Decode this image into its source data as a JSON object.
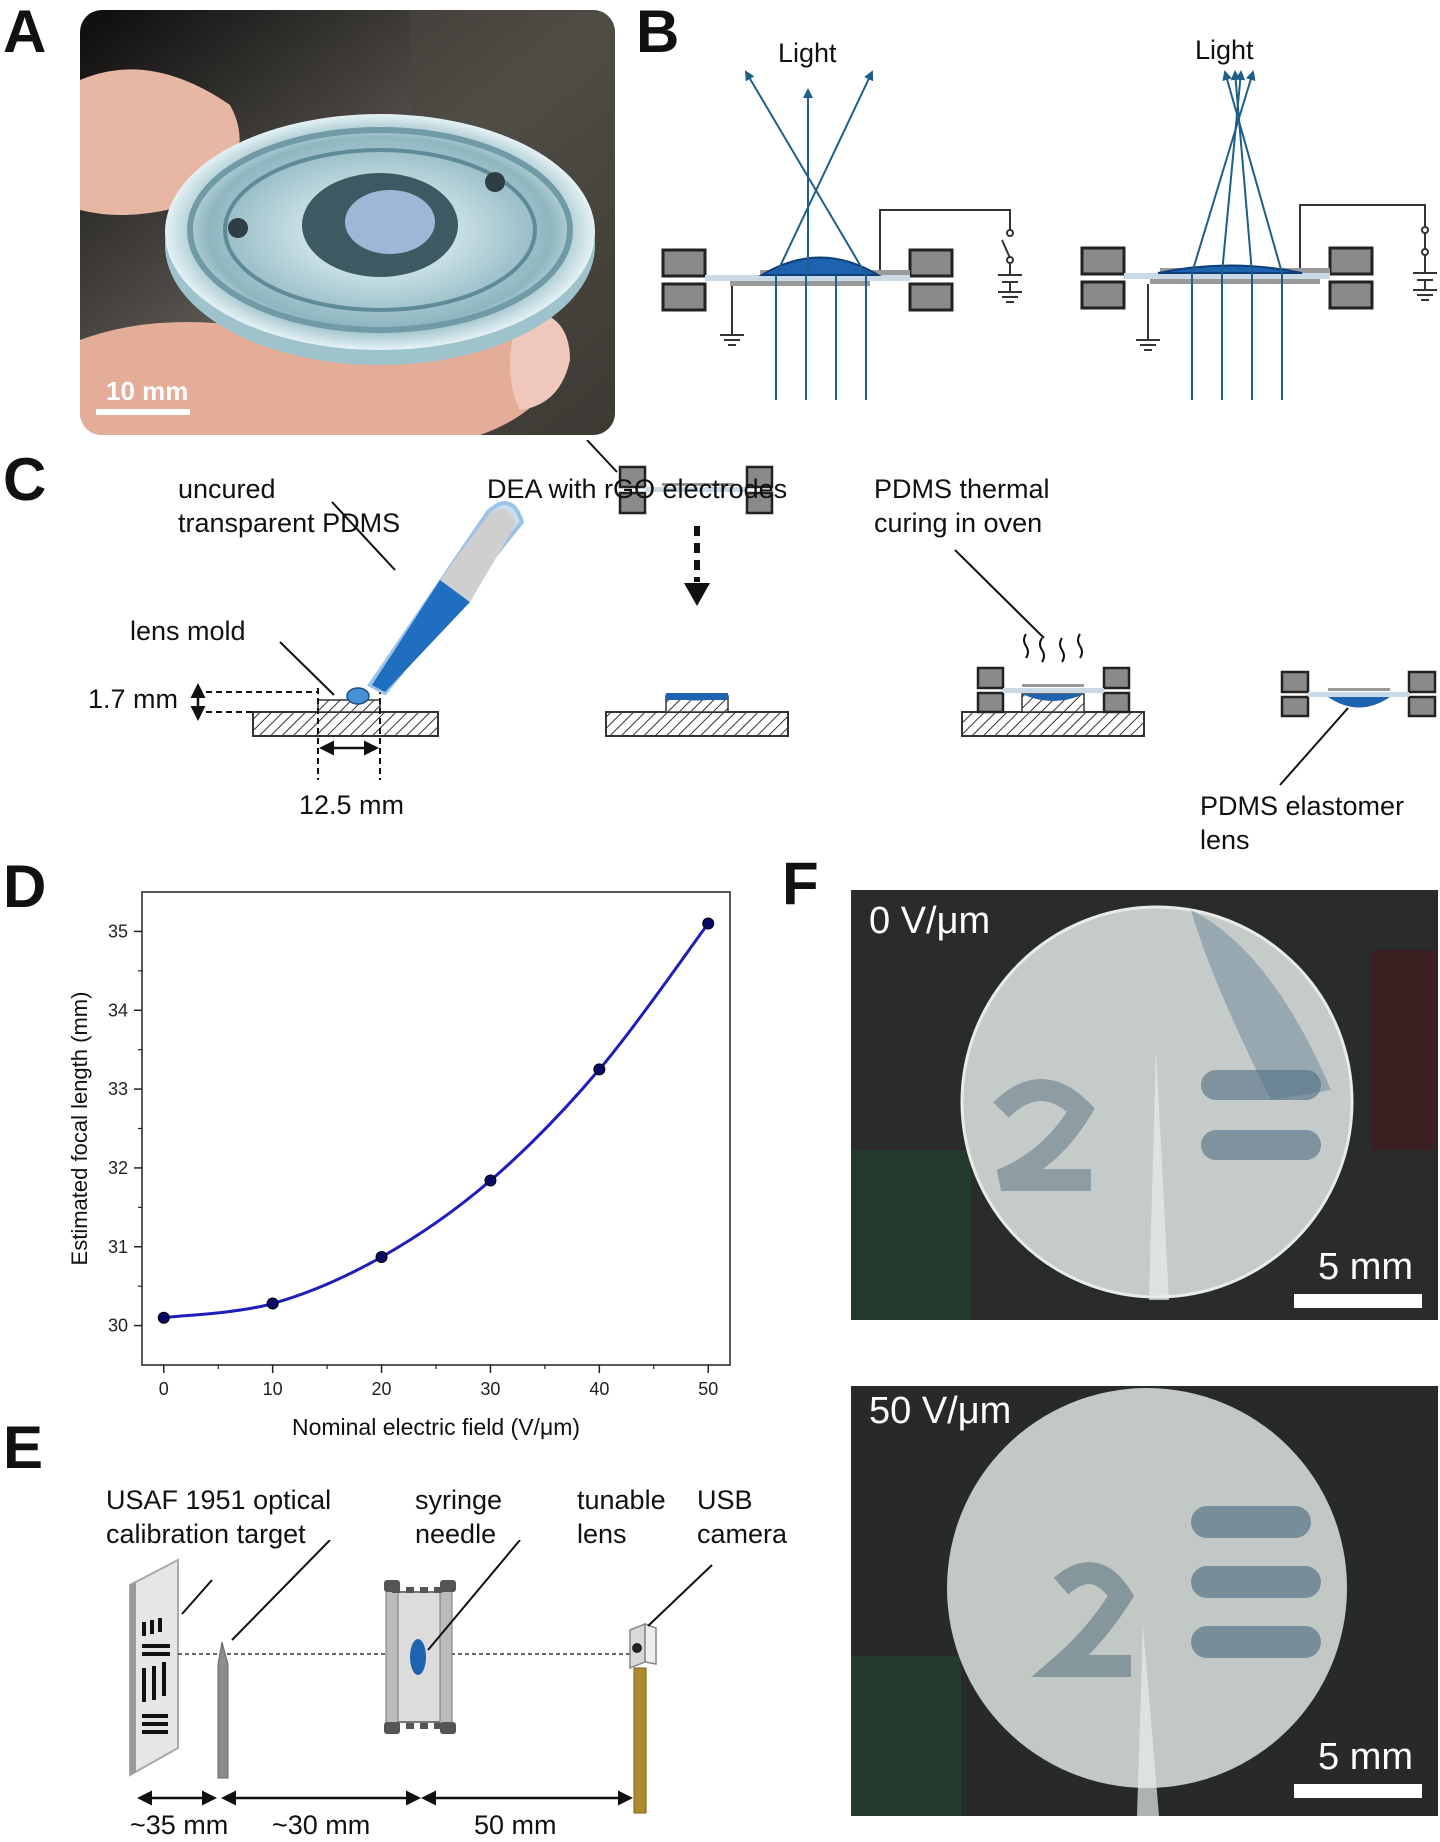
{
  "panels": {
    "a": {
      "letter": "A",
      "scale": "10 mm"
    },
    "b": {
      "letter": "B",
      "light_left": "Light",
      "light_right": "Light"
    },
    "c": {
      "letter": "C",
      "uncured_pdms": "uncured\ntransparent PDMS",
      "dea": "DEA with rGO electrodes",
      "curing": "PDMS thermal\ncuring in oven",
      "lens_mold": "lens mold",
      "height": "1.7 mm",
      "width": "12.5 mm",
      "elastomer_lens": "PDMS elastomer\nlens"
    },
    "d": {
      "letter": "D"
    },
    "e": {
      "letter": "E",
      "usaf": "USAF 1951 optical\ncalibration target",
      "syringe": "syringe\nneedle",
      "tunable": "tunable\nlens",
      "usb": "USB\ncamera",
      "dist1": "~35 mm",
      "dist2": "~30 mm",
      "dist3": "50 mm"
    },
    "f": {
      "letter": "F",
      "top_label": "0 V/μm",
      "bottom_label": "50 V/μm",
      "scale_top": "5 mm",
      "scale_bottom": "5 mm"
    }
  },
  "chart_data": {
    "type": "scatter",
    "xlabel": "Nominal electric field (V/μm)",
    "ylabel": "Estimated focal length (mm)",
    "xlim": [
      -2,
      52
    ],
    "ylim": [
      29.5,
      35.5
    ],
    "x_ticks": [
      0,
      10,
      20,
      30,
      40,
      50
    ],
    "y_ticks": [
      30,
      31,
      32,
      33,
      34,
      35
    ],
    "x": [
      0,
      10,
      20,
      30,
      40,
      50
    ],
    "y": [
      30.1,
      30.28,
      30.87,
      31.84,
      33.25,
      35.1
    ],
    "fit_line": true,
    "series_color": "#1f1fb8",
    "grid": false
  }
}
